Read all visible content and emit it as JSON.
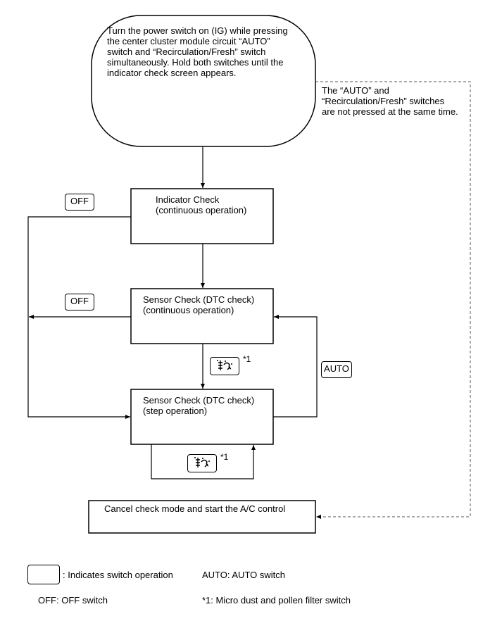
{
  "start": {
    "text": "Turn the power switch on (IG) while pressing\nthe center cluster module circuit “AUTO”\nswitch and “Recirculation/Fresh” switch\nsimultaneously. Hold both switches until the\nindicator check screen appears."
  },
  "not_pressed_note": "The “AUTO” and\n“Recirculation/Fresh” switches\nare not pressed at the same time.",
  "indicator_check": {
    "text": "Indicator Check\n(continuous operation)"
  },
  "sensor_check_continuous": {
    "text": "Sensor Check (DTC check)\n(continuous operation)"
  },
  "sensor_check_step": {
    "text": "Sensor Check (DTC check)\n(step operation)"
  },
  "cancel": {
    "text": "Cancel check mode and start the A/C control"
  },
  "switches": {
    "off_label": "OFF",
    "auto_label": "AUTO",
    "footnote_marker": "*1"
  },
  "legend": {
    "switch_operation": ": Indicates switch operation",
    "auto": "AUTO: AUTO switch",
    "off": "OFF: OFF switch",
    "footnote": "*1: Micro dust and pollen filter switch"
  },
  "icons": {
    "filter_switch": "micro-dust-filter-icon"
  }
}
